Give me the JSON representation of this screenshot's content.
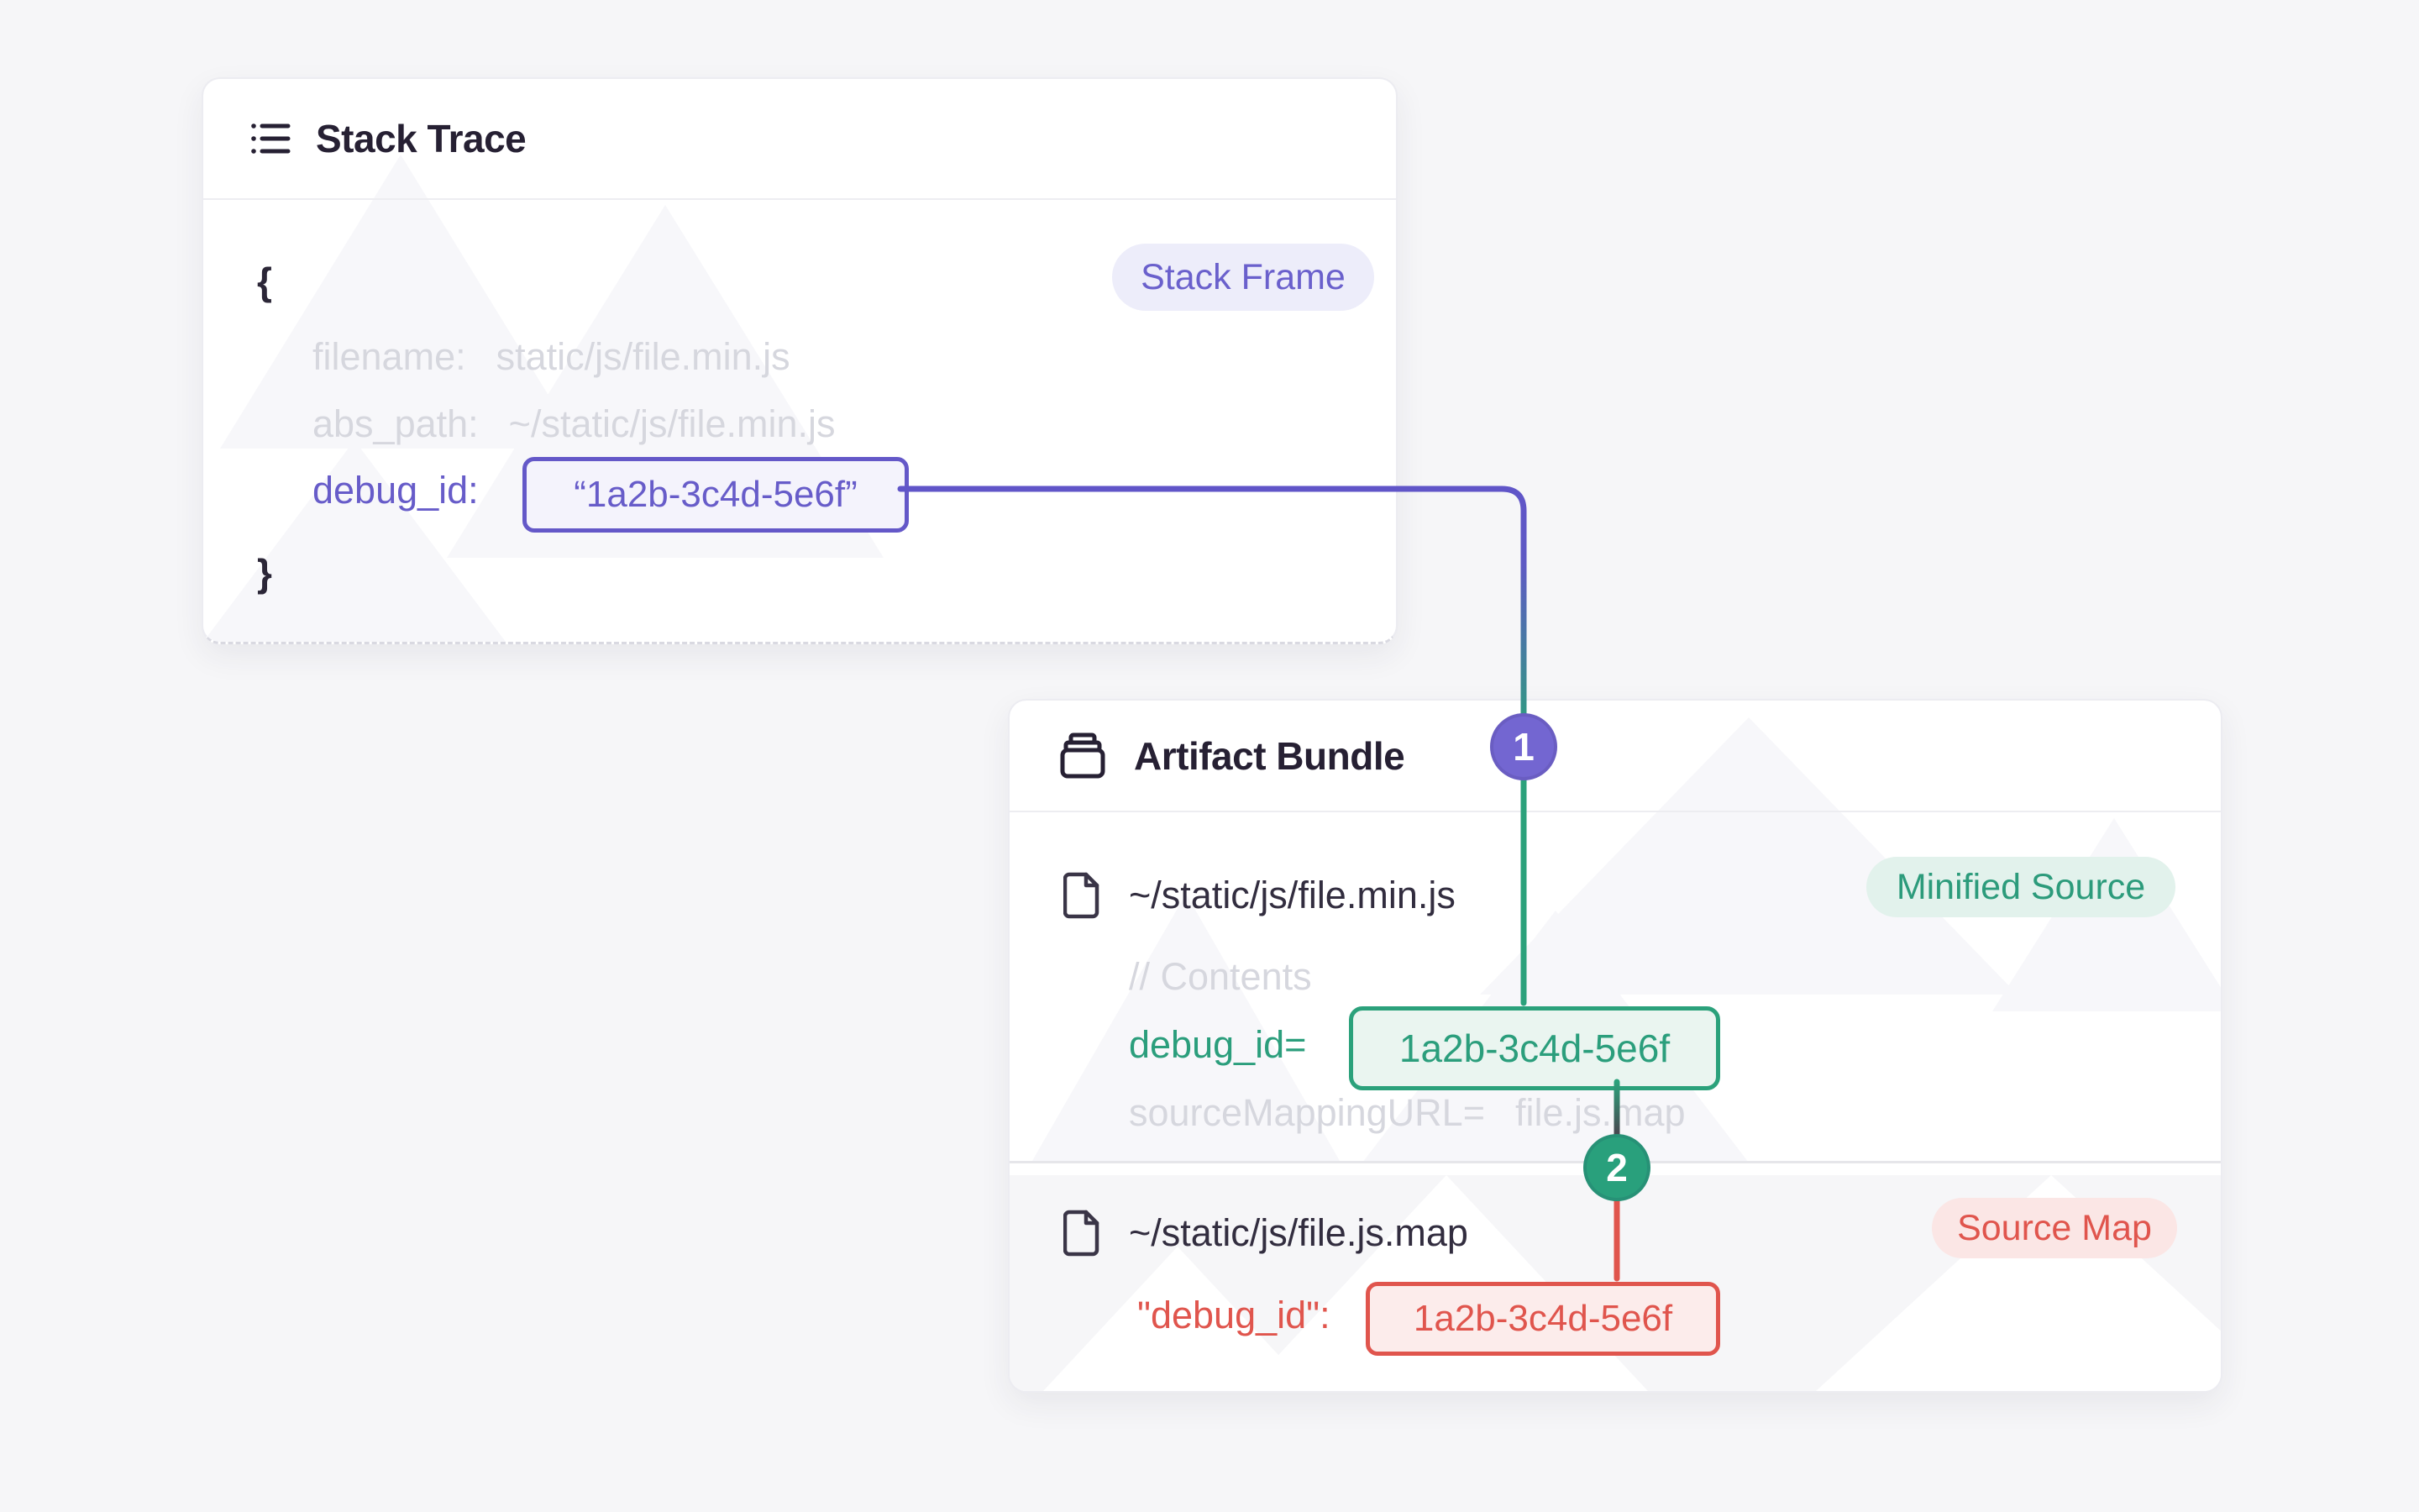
{
  "stack_trace": {
    "title": "Stack Trace",
    "badge": "Stack Frame",
    "open_brace": "{",
    "close_brace": "}",
    "fields": [
      {
        "label": "filename:",
        "value": "static/js/file.min.js"
      },
      {
        "label": "abs_path:",
        "value": "~/static/js/file.min.js"
      },
      {
        "label": "debug_id:",
        "value": "“1a2b-3c4d-5e6f”"
      }
    ]
  },
  "artifact_bundle": {
    "title": "Artifact Bundle",
    "minified_source": {
      "path": "~/static/js/file.min.js",
      "badge": "Minified Source",
      "comment": "// Contents",
      "debug_label": "debug_id=",
      "debug_value": "1a2b-3c4d-5e6f",
      "sourcemap_label": "sourceMappingURL=",
      "sourcemap_value": "file.js.map"
    },
    "source_map": {
      "path": "~/static/js/file.js.map",
      "badge": "Source Map",
      "debug_label": "\"debug_id\":",
      "debug_value": "1a2b-3c4d-5e6f"
    }
  },
  "markers": {
    "step1": "1",
    "step2": "2"
  },
  "colors": {
    "purple": "#675CC9",
    "green": "#2BA17B",
    "red": "#E0554D",
    "page_background": "#f6f6f8",
    "muted_code": "#d6d7de",
    "dark_text": "#262033"
  }
}
